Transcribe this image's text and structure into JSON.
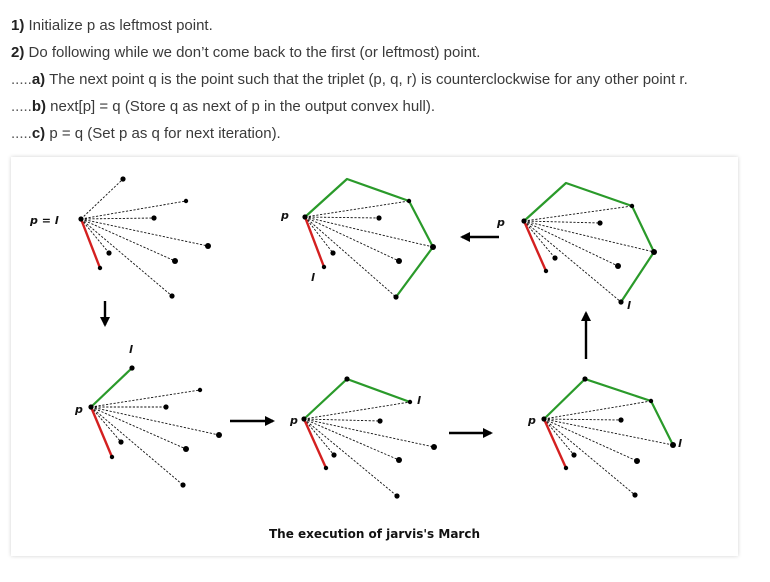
{
  "steps": [
    {
      "prefix": "",
      "label": "1)",
      "text": " Initialize p as leftmost point."
    },
    {
      "prefix": "",
      "label": "2)",
      "text": " Do following while we don’t come back to the first (or leftmost) point."
    },
    {
      "prefix": ".....",
      "label": "a)",
      "text": " The next point q is the point such that the triplet (p, q, r) is counterclockwise for any other point r."
    },
    {
      "prefix": ".....",
      "label": "b)",
      "text": " next[p] = q (Store q as next of p in the output convex hull)."
    },
    {
      "prefix": ".....",
      "label": "c)",
      "text": " p = q (Set p as q for next iteration)."
    }
  ],
  "figure": {
    "caption": "The execution of jarvis's March",
    "labels": {
      "p_eq_l": "p = l",
      "p": "p",
      "l": "l"
    },
    "colors": {
      "hull": "#2a9a2a",
      "current": "#d42020",
      "candidate": "#111111",
      "point": "#000000"
    }
  }
}
